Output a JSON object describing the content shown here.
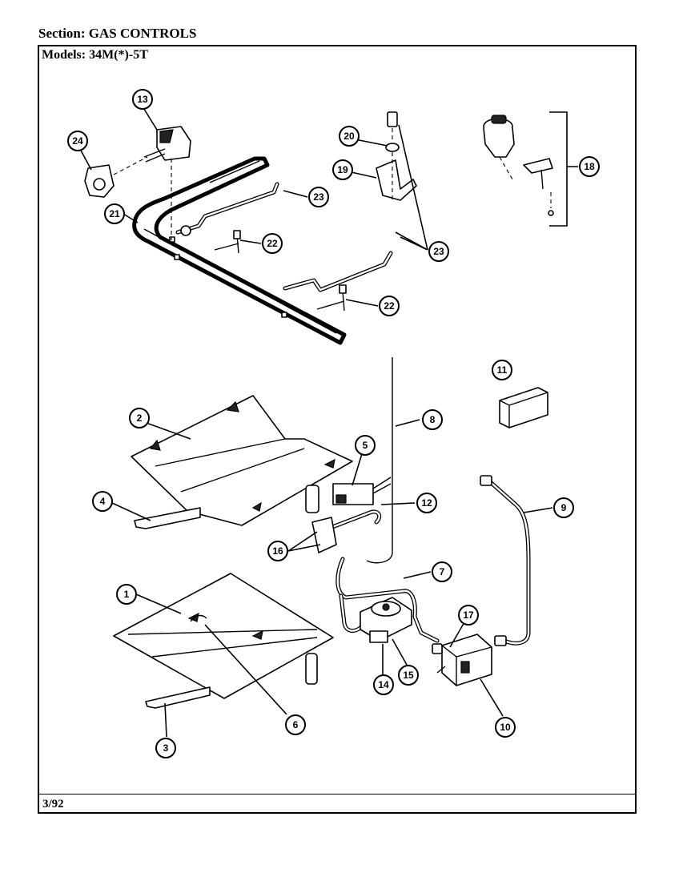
{
  "header": {
    "section_label": "Section:",
    "section_value": "GAS CONTROLS",
    "models_label": "Models:",
    "models_value": "34M(*)-5T"
  },
  "footer": {
    "date": "3/92"
  },
  "callouts": [
    "13",
    "24",
    "21",
    "23",
    "22",
    "20",
    "19",
    "23",
    "22",
    "18",
    "11",
    "2",
    "5",
    "4",
    "8",
    "12",
    "9",
    "16",
    "7",
    "1",
    "17",
    "14",
    "15",
    "10",
    "6",
    "3"
  ]
}
